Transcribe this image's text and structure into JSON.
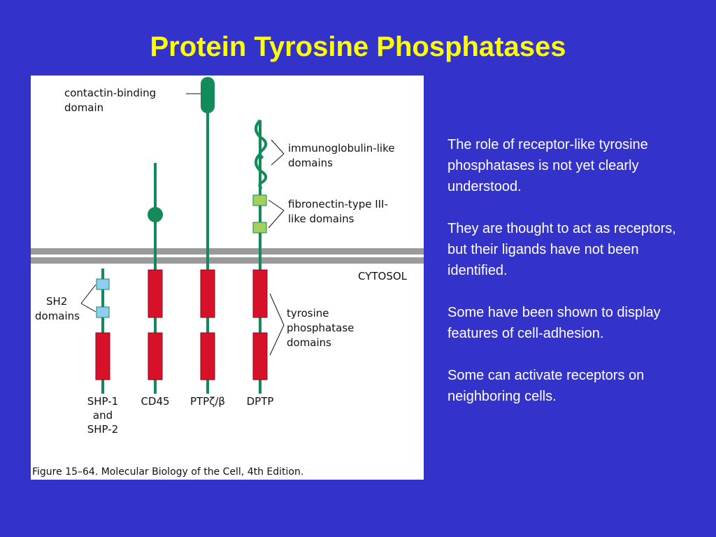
{
  "slide": {
    "title": "Protein Tyrosine Phosphatases",
    "paragraphs": [
      "The role of receptor-like tyrosine phosphatases is not yet clearly understood.",
      "They are thought to act as receptors, but their ligands have not been identified.",
      "Some have been shown to display  features of cell-adhesion.",
      "Some can activate receptors on neighboring cells."
    ]
  },
  "figure": {
    "labels": {
      "contactin_line1": "contactin-binding",
      "contactin_line2": "domain",
      "ig_line1": "immunoglobulin-like",
      "ig_line2": "domains",
      "fn_line1": "fibronectin-type III-",
      "fn_line2": "like domains",
      "cytosol": "CYTOSOL",
      "sh2_line1": "SH2",
      "sh2_line2": "domains",
      "tp_line1": "tyrosine",
      "tp_line2": "phosphatase",
      "tp_line3": "domains"
    },
    "proteins": {
      "shp_line1": "SHP-1",
      "shp_line2": "and",
      "shp_line3": "SHP-2",
      "cd45": "CD45",
      "ptp": "PTPζ/β",
      "dptp": "DPTP"
    },
    "caption": "Figure 15–64. Molecular Biology of the Cell, 4th Edition."
  },
  "colors": {
    "background": "#3333cc",
    "title": "#ffff00",
    "stalk": "#138a5a",
    "phosphatase_domain": "#d8112b",
    "fibronectin_domain": "#a3cf5c",
    "sh2_domain": "#8ecdf0",
    "membrane": "#9a9a9a"
  }
}
